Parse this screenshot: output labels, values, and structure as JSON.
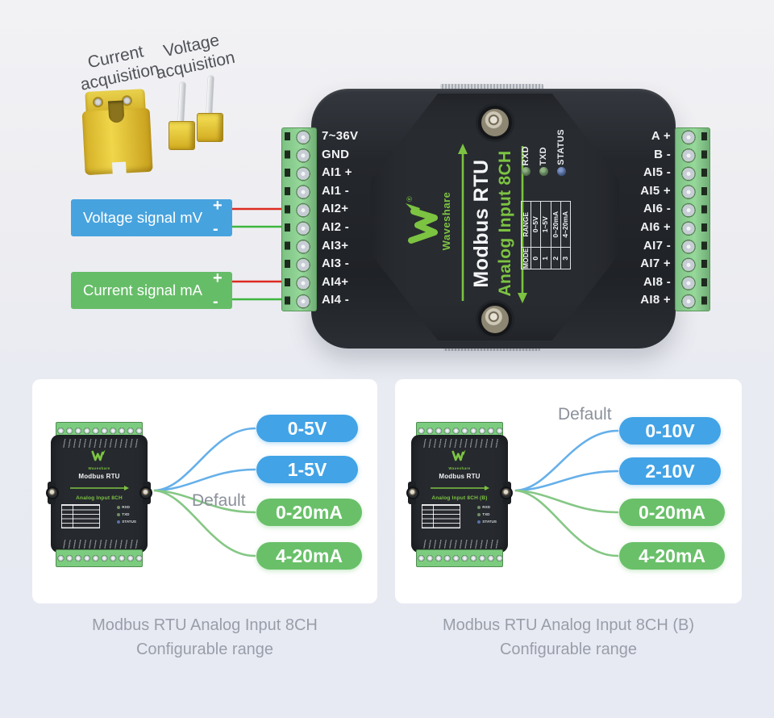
{
  "top": {
    "current_acquisition_label": "Current acquisition",
    "voltage_acquisition_label": "Voltage acquisition",
    "voltage_signal": {
      "label": "Voltage signal mV",
      "plus": "+",
      "minus": "-"
    },
    "current_signal": {
      "label": "Current signal mA",
      "plus": "+",
      "minus": "-"
    }
  },
  "device": {
    "brand": "Waveshare",
    "registered_mark": "®",
    "title": "Modbus RTU",
    "subtitle": "Analog Input 8CH",
    "left_pins": [
      "7~36V",
      "GND",
      "AI1 +",
      "AI1 -",
      "AI2+",
      "AI2 -",
      "AI3+",
      "AI3 -",
      "AI4+",
      "AI4 -"
    ],
    "right_pins": [
      "A +",
      "B -",
      "AI5 -",
      "AI5 +",
      "AI6 -",
      "AI6 +",
      "AI7 -",
      "AI7 +",
      "AI8 -",
      "AI8 +"
    ],
    "leds": [
      "RXD",
      "TXD",
      "STATUS"
    ],
    "mode_table": {
      "headers": [
        "MODE",
        "RANGE"
      ],
      "rows": [
        [
          "0",
          "0~5V"
        ],
        [
          "1",
          "1~5V"
        ],
        [
          "2",
          "0~20mA"
        ],
        [
          "3",
          "4~20mA"
        ]
      ]
    }
  },
  "cards": [
    {
      "device_title": "Modbus RTU",
      "device_subtitle": "Analog Input 8CH",
      "default_label": "Default",
      "ranges": [
        {
          "label": "0-5V",
          "color": "#42a3e6"
        },
        {
          "label": "1-5V",
          "color": "#42a3e6"
        },
        {
          "label": "0-20mA",
          "color": "#69c069"
        },
        {
          "label": "4-20mA",
          "color": "#69c069"
        }
      ],
      "caption": [
        "Modbus RTU Analog Input 8CH",
        "Configurable range"
      ]
    },
    {
      "device_title": "Modbus RTU",
      "device_subtitle": "Analog Input 8CH (B)",
      "default_label": "Default",
      "ranges": [
        {
          "label": "0-10V",
          "color": "#42a3e6"
        },
        {
          "label": "2-10V",
          "color": "#42a3e6"
        },
        {
          "label": "0-20mA",
          "color": "#69c069"
        },
        {
          "label": "4-20mA",
          "color": "#69c069"
        }
      ],
      "caption": [
        "Modbus RTU Analog Input 8CH (B)",
        "Configurable range"
      ]
    }
  ],
  "colors": {
    "page_background": "#eceef3",
    "card_background": "#ffffff",
    "pill_blue": "#42a3e6",
    "pill_green": "#69c069",
    "voltage_box": "#47a3de",
    "current_box": "#66bd68",
    "wire_red": "#dd2b20",
    "wire_green": "#3eb53e",
    "brand_green": "#7cc342",
    "terminal_green": "#8fd08f",
    "device_black": "#24272c",
    "led_green": "#5c7a55",
    "led_blue": "#4a618f",
    "caption_gray": "#989ea9"
  }
}
